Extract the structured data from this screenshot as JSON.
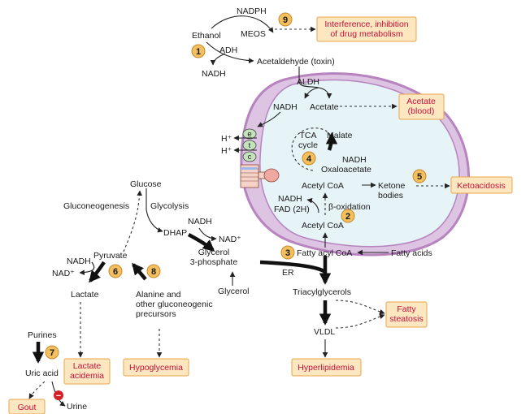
{
  "labels": {
    "nadph_top": "NADPH",
    "ethanol": "Ethanol",
    "meos": "MEOS",
    "adh": "ADH",
    "nadh_adh": "NADH",
    "acetaldehyde": "Acetaldehyde (toxin)",
    "aldh": "ALDH",
    "nadh_aldh": "NADH",
    "acetate": "Acetate",
    "h_plus_1": "H⁺",
    "h_plus_2": "H⁺",
    "etc_e": "e",
    "etc_t": "t",
    "etc_c": "c",
    "tca_cycle": "TCA\ncycle",
    "malate": "Malate",
    "nadh_tca": "NADH",
    "oxaloacetate": "Oxaloacetate",
    "acetyl_coa_1": "Acetyl CoA",
    "ketone_bodies": "Ketone\nbodies",
    "nadh_beta": "NADH",
    "fad_2h": "FAD (2H)",
    "beta_oxidation": "β-oxidation",
    "acetyl_coa_2": "Acetyl CoA",
    "glucose": "Glucose",
    "gluconeogenesis": "Gluconeogenesis",
    "glycolysis": "Glycolysis",
    "nadh_dhap": "NADH",
    "nad_plus_dhap": "NAD⁺",
    "dhap": "DHAP",
    "glycerol_3p": "Glycerol\n3-phosphate",
    "fatty_acyl_coa": "Fatty acyl CoA",
    "fatty_acids": "Fatty acids",
    "nadh_pyruvate": "NADH",
    "nad_plus_pyruvate": "NAD⁺",
    "pyruvate": "Pyruvate",
    "lactate": "Lactate",
    "alanine": "Alanine and\nother gluconeogenic\nprecursors",
    "glycerol": "Glycerol",
    "er": "ER",
    "triacylglycerols": "Triacylglycerols",
    "vldl": "VLDL",
    "purines": "Purines",
    "uric_acid": "Uric acid",
    "urine": "Urine"
  },
  "boxes": {
    "interference": "Interference, inhibition\nof drug metabolism",
    "acetate_blood": "Acetate\n(blood)",
    "ketoacidosis": "Ketoacidosis",
    "fatty_steatosis": "Fatty\nsteatosis",
    "lactate_acidemia": "Lactate\nacidemia",
    "hypoglycemia": "Hypoglycemia",
    "hyperlipidemia": "Hyperlipidemia",
    "gout": "Gout"
  },
  "steps": [
    "1",
    "2",
    "3",
    "4",
    "5",
    "6",
    "7",
    "8",
    "9"
  ],
  "inhibition_symbol": "−",
  "colors": {
    "mito_fill": "#e6f3f7",
    "mito_outer": "#b784c0",
    "mito_intermembrane": "#ddc4e3",
    "box_fill": "#fde7c1",
    "box_stroke": "#e8a64a",
    "box_text": "#c4123a",
    "circle_fill": "#f3bf5f",
    "etc_fill": "#c4e3bd",
    "inhibit_red": "#d32027"
  }
}
